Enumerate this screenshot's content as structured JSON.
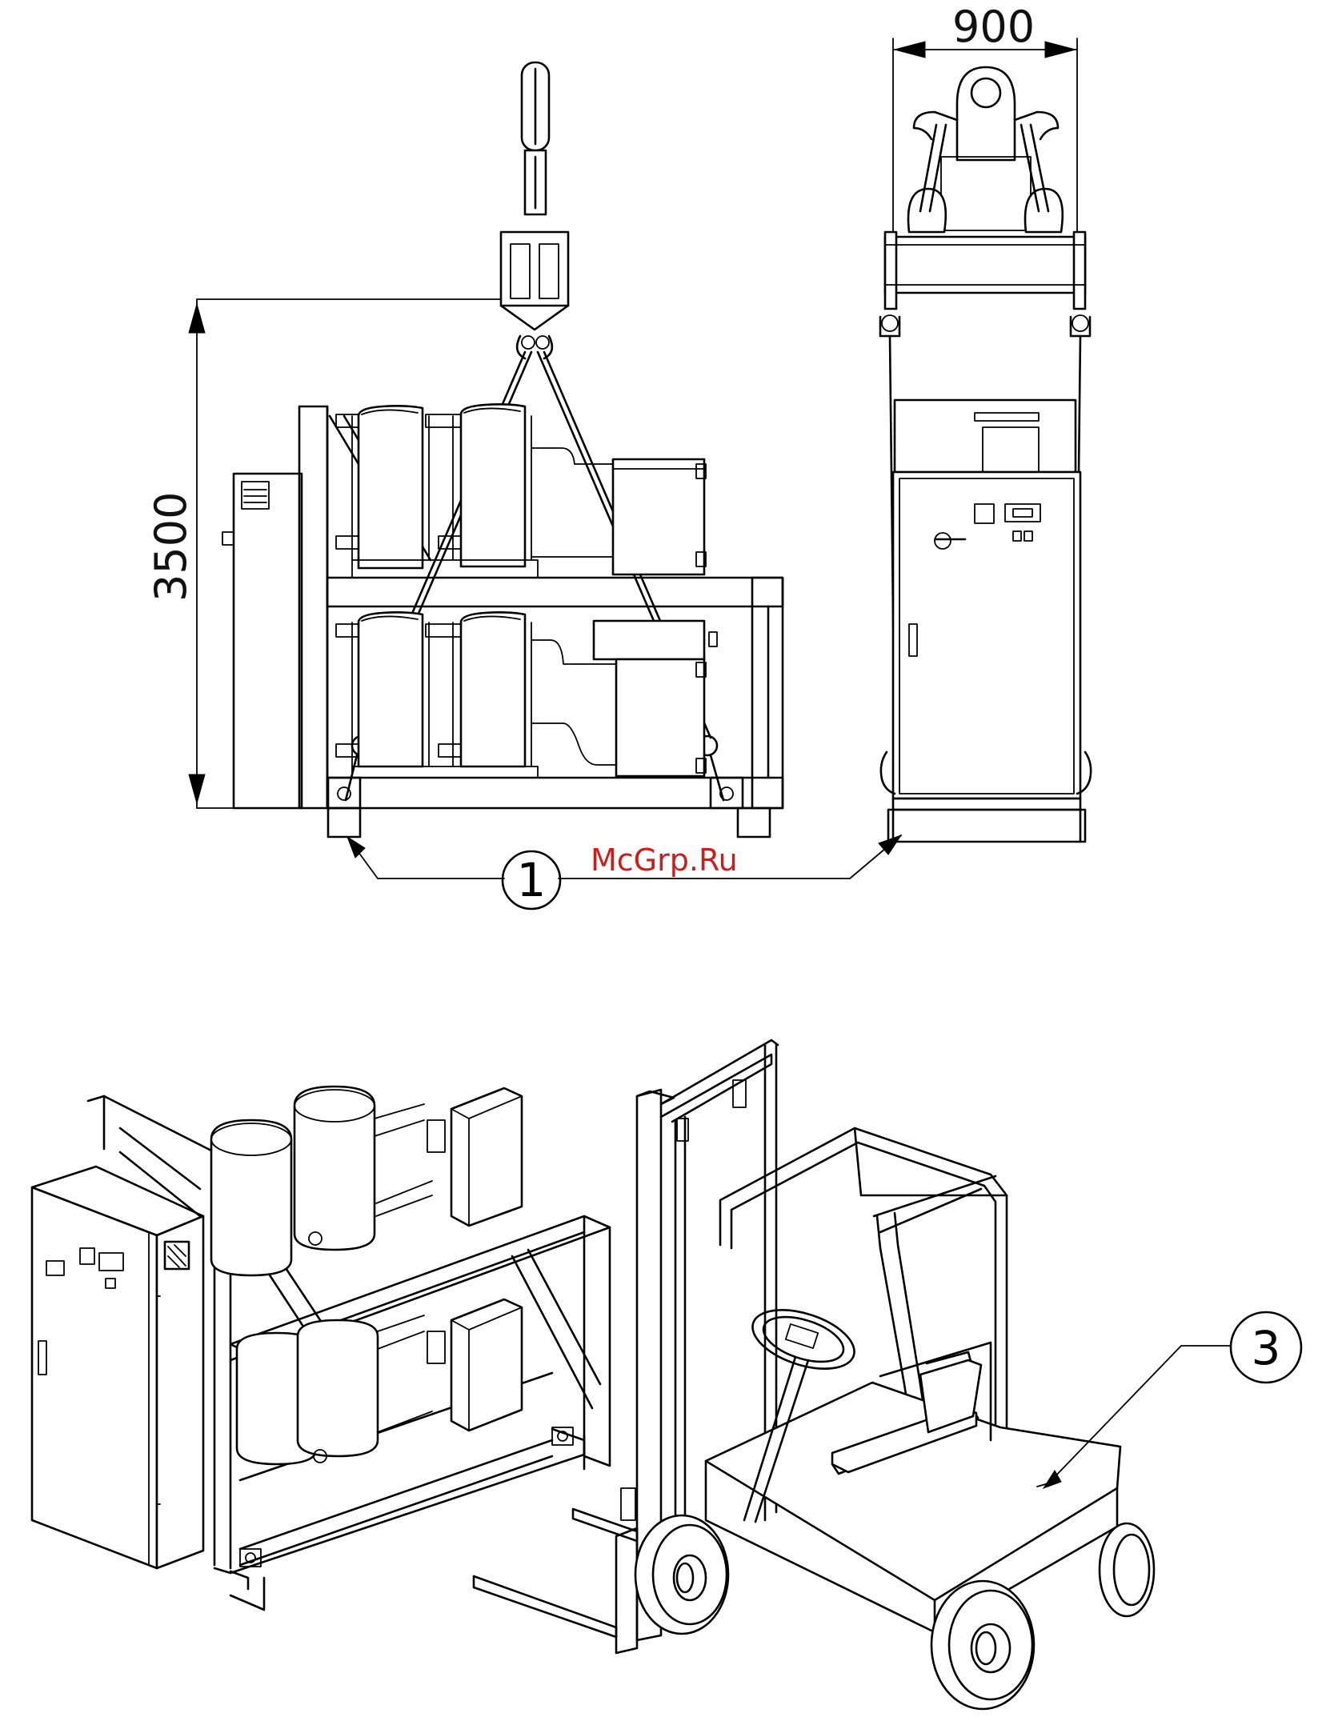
{
  "dimensions": {
    "width_label": "900",
    "height_label": "3500"
  },
  "callouts": {
    "c1": "1",
    "c3": "3"
  },
  "watermark": "McGrp.Ru",
  "colors": {
    "line": "#000000",
    "background": "#ffffff",
    "watermark": "#cc1c1c"
  }
}
